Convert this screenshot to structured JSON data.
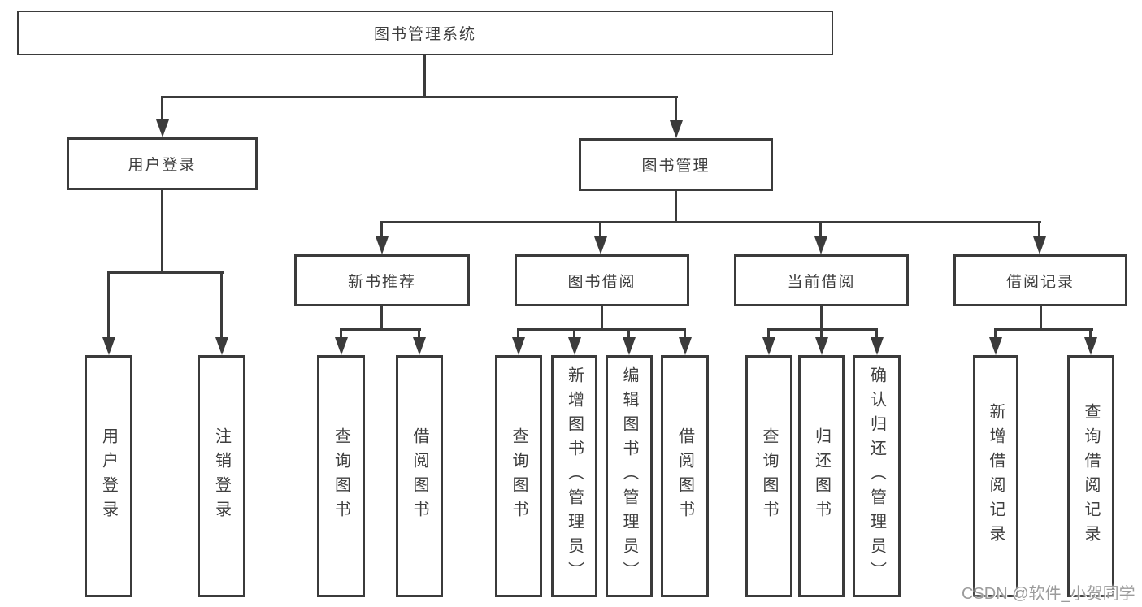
{
  "colors": {
    "line": "#3b3b3b",
    "text": "#3e3e3e",
    "bg": "#ffffff",
    "wm": "#9b9b9b"
  },
  "nodes": {
    "root": "图书管理系统",
    "user_login": "用户登录",
    "book_management": "图书管理",
    "new_book_recommend": "新书推荐",
    "book_borrow": "图书借阅",
    "current_borrow": "当前借阅",
    "borrow_record": "借阅记录"
  },
  "leaves": {
    "user_login": "用户登录",
    "logout": "注销登录",
    "nb_query_books": "查询图书",
    "nb_borrow_books": "借阅图书",
    "bb_query_books": "查询图书",
    "bb_add_books_admin": "新增图书（管理员）",
    "bb_edit_books_admin": "编辑图书（管理员）",
    "bb_borrow_books": "借阅图书",
    "cb_query_books": "查询图书",
    "cb_return_books": "归还图书",
    "cb_confirm_return_admin": "确认归还（管理员）",
    "br_add_record": "新增借阅记录",
    "br_query_record": "查询借阅记录"
  },
  "watermark": "CSDN @软件_小贺同学"
}
